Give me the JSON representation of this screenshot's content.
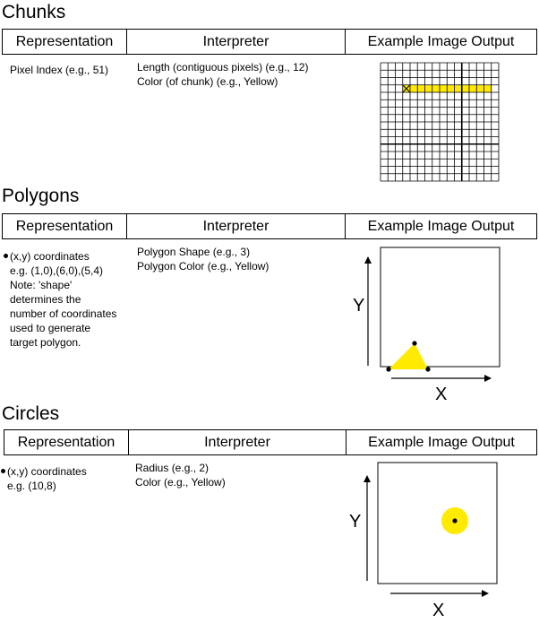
{
  "sections": [
    {
      "title": "Chunks",
      "headers": [
        "Representation",
        "Interpreter",
        "Example Image Output"
      ],
      "representation": [
        "Pixel Index (e.g., 51)"
      ],
      "interpreter": [
        "Length (contiguous pixels) (e.g., 12)",
        "Color (of chunk) (e.g., Yellow)"
      ]
    },
    {
      "title": "Polygons",
      "headers": [
        "Representation",
        "Interpreter",
        "Example Image Output"
      ],
      "representation": [
        "(x,y) coordinates",
        "e.g. (1,0),(6,0),(5,4)",
        "Note: 'shape'",
        "determines the",
        "number of coordinates",
        "used to generate",
        "target polygon."
      ],
      "interpreter": [
        "Polygon Shape (e.g., 3)",
        "Polygon Color (e.g., Yellow)"
      ],
      "axis_x": "X",
      "axis_y": "Y"
    },
    {
      "title": "Circles",
      "headers": [
        "Representation",
        "Interpreter",
        "Example Image Output"
      ],
      "representation": [
        "(x,y) coordinates",
        "e.g. (10,8)"
      ],
      "interpreter": [
        "Radius (e.g., 2)",
        "Color (e.g., Yellow)"
      ],
      "axis_x": "X",
      "axis_y": "Y"
    }
  ],
  "colors": {
    "highlight": "#ffea00",
    "line": "#000000"
  },
  "icons": [
    "bullet-icon",
    "cross-icon",
    "arrow-icon",
    "vertex-dot-icon"
  ]
}
